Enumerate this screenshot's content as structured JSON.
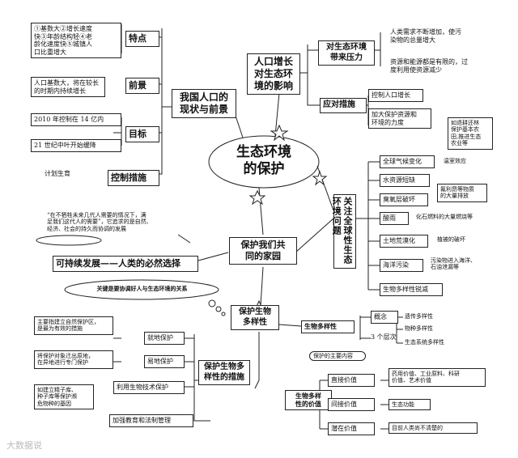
{
  "center": "生态环境\n的保护",
  "population": {
    "title": "我国人口的\n现状与前景",
    "features": {
      "label": "特点",
      "text": "①基数大②增长速度\n快③年龄结构轻④老\n龄化速度快⑤城镇人\n口比重增大"
    },
    "prospect": {
      "label": "前景",
      "text": "人口基数大，将在较长\n的时期内持续增长"
    },
    "goals": {
      "label": "目标",
      "items": [
        "2010 年控制在 14 亿内",
        "21 世纪中叶开始缓降"
      ]
    },
    "control": {
      "label": "控制措施",
      "policy": "计划生育"
    }
  },
  "impact": {
    "title": "人口增长\n对生态环\n境的影响",
    "pressure": {
      "label": "对生态环境\n带来压力",
      "items": [
        "人类需求不断增加，使污\n染物的总量增大",
        "资源和能源都是有限的，过\n度利用使资源减少"
      ]
    },
    "measures": {
      "label": "应对措施",
      "items": [
        "控制人口增长",
        "加大保护资源和\n环境的力度"
      ],
      "note": "如退耕还林\n保护基本农\n田,推进生态\n农业等"
    }
  },
  "global": {
    "title": "关注全球性生态环境问题",
    "issues": [
      {
        "label": "全球气候变化",
        "note": "温室效应"
      },
      {
        "label": "水资源短缺",
        "note": ""
      },
      {
        "label": "臭氧层破坏",
        "note": "氟利昂等物质\n的大量排放"
      },
      {
        "label": "酸雨",
        "note": "化石燃料的大量燃烧等"
      },
      {
        "label": "土地荒漠化",
        "note": "植被的破坏"
      },
      {
        "label": "海洋污染",
        "note": "污染物进入海洋、\n石油泄漏等"
      },
      {
        "label": "生物多样性锐减",
        "note": ""
      }
    ]
  },
  "home": {
    "title": "保护我们共\n同的家园",
    "quote": "“在不牺牲未来几代人需要的情况下，满\n足我们这代人的需要”，它追求的是自然、\n经济、社会的持久而协调的发展",
    "sustainable": "可持续发展——人类的必然选择"
  },
  "biodiversity": {
    "title": "保护生物\n多样性",
    "bubble": "关键是要协调好人与生态环境的关系",
    "measures_title": "保护生物多\n样性的措施",
    "measures": [
      {
        "label": "就地保护",
        "note": "主要指建立自然保护区，\n是最为有效的措施"
      },
      {
        "label": "易地保护",
        "note": "将保护对象迁出原地，\n在异地进行专门保护"
      },
      {
        "label": "利用生物技术保护",
        "note": "如建立精子库、\n种子库等保护濒\n危物种的基因"
      },
      {
        "label": "加强教育和法制管理",
        "note": ""
      }
    ],
    "concept": {
      "title": "生物多样性",
      "concept_label": "概念",
      "levels_label": "3 个层次",
      "levels": [
        "遗传多样性",
        "物种多样性",
        "生态系统多样性"
      ],
      "content_note": "保护的主要内容"
    },
    "value": {
      "title": "生物多样\n性的价值",
      "items": [
        {
          "label": "直接价值",
          "note": "药用价值、工业原料、科研\n价值、艺术价值"
        },
        {
          "label": "间接价值",
          "note": "生态功能"
        },
        {
          "label": "潜在价值",
          "note": "目前人类尚不清楚的"
        }
      ]
    }
  },
  "watermark": "大数据说"
}
